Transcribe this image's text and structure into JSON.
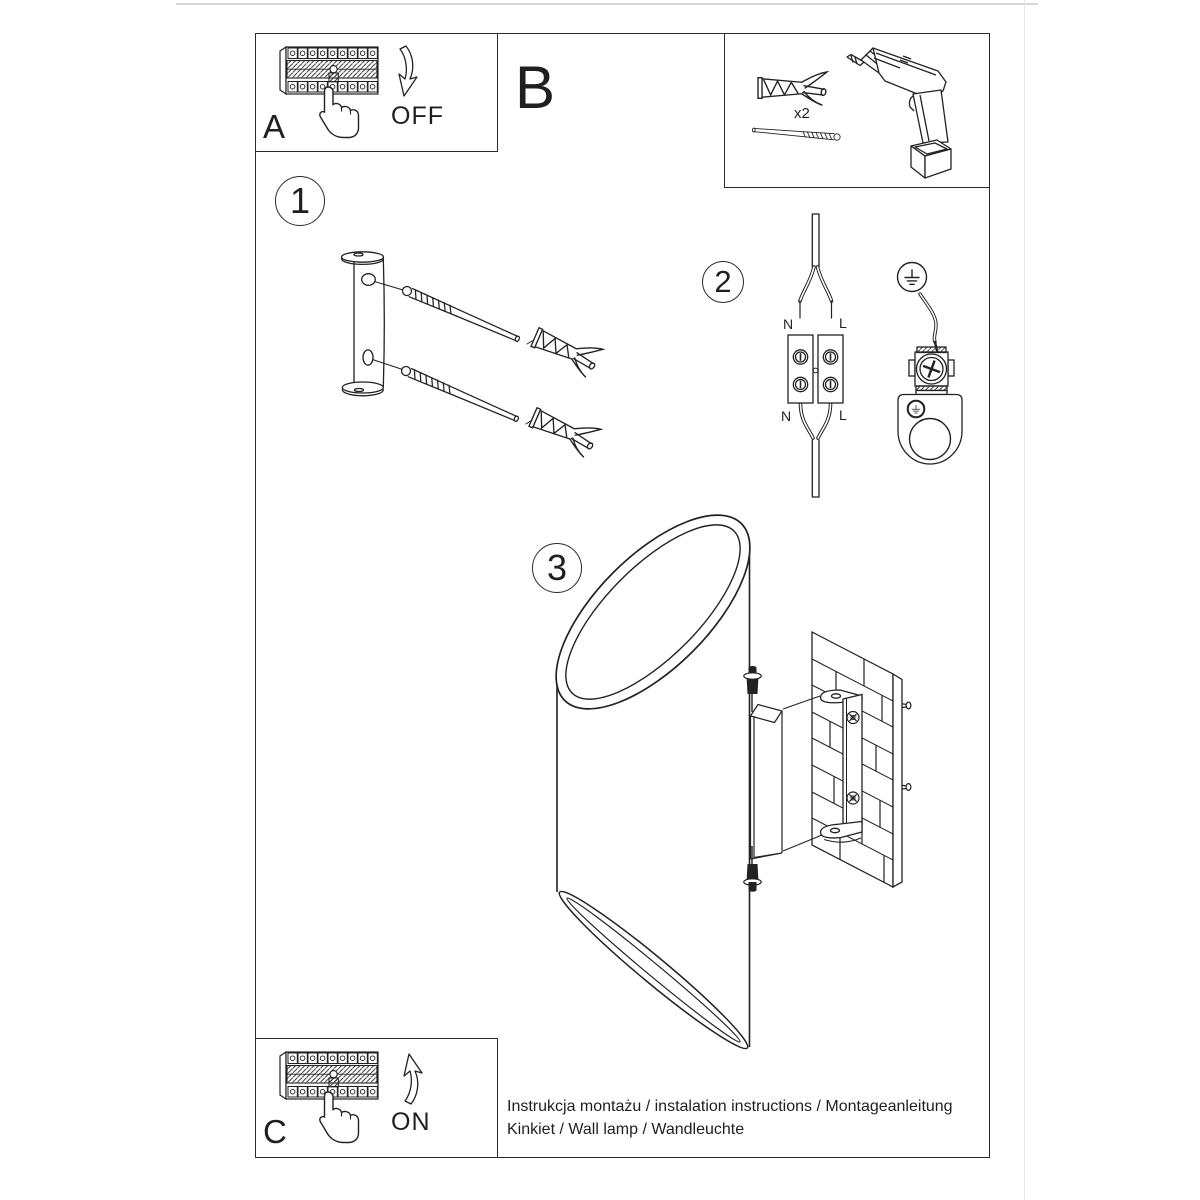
{
  "panel_a": {
    "label": "A",
    "action": "OFF"
  },
  "panel_b": {
    "label": "B",
    "quantity": "x2"
  },
  "panel_c": {
    "label": "C",
    "action": "ON"
  },
  "steps": {
    "one": "1",
    "two": "2",
    "three": "3"
  },
  "wiring": {
    "neutral": "N",
    "line": "L"
  },
  "footer": {
    "line1": "Instrukcja montażu / instalation instructions / Montageanleitung",
    "line2": "Kinkiet / Wall lamp / Wandleuchte"
  },
  "colors": {
    "ink": "#222222",
    "paper": "#ffffff",
    "scan_artifact": "#cfcfcf"
  }
}
